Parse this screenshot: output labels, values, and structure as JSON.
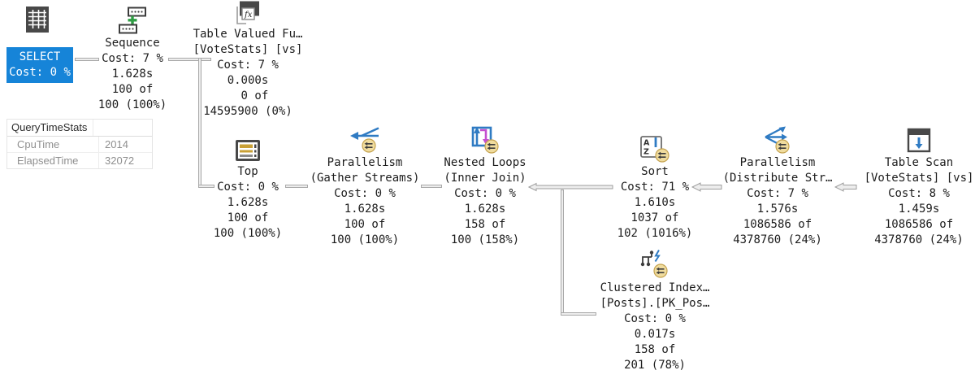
{
  "app": "query-execution-plan",
  "colors": {
    "selected_node_bg": "#1684d8",
    "selected_node_text": "#ffffff",
    "node_text": "#1c1c1c",
    "connector": "#a8a8a8",
    "connector_fill": "#ededed",
    "icon_dark": "#484848",
    "icon_blue": "#2f7bc3",
    "icon_green": "#2f9e44",
    "icon_magenta": "#c44fd0",
    "icon_gold": "#c9a035",
    "parallel_badge_fill": "#f0dc9e",
    "parallel_badge_border": "#c4a24e"
  },
  "query_time_stats": {
    "title": "QueryTimeStats",
    "rows": [
      {
        "label": "CpuTime",
        "value": "2014"
      },
      {
        "label": "ElapsedTime",
        "value": "32072"
      }
    ]
  },
  "nodes": [
    {
      "id": "select",
      "icon": "result-grid-icon",
      "selected": true,
      "lines": [
        "SELECT",
        "Cost: 0 %"
      ]
    },
    {
      "id": "sequence",
      "icon": "sequence-icon",
      "lines": [
        "Sequence",
        "Cost: 7 %",
        "1.628s",
        "100 of",
        "100 (100%)"
      ]
    },
    {
      "id": "table-valued-function",
      "icon": "table-valued-function-icon",
      "lines": [
        "Table Valued Fu…",
        "[VoteStats] [vs]",
        "Cost: 7 %",
        "0.000s",
        "  0 of",
        "14595900 (0%)"
      ]
    },
    {
      "id": "top",
      "icon": "top-icon",
      "lines": [
        "Top",
        "Cost: 0 %",
        "1.628s",
        "100 of",
        "100 (100%)"
      ]
    },
    {
      "id": "parallelism-gather",
      "icon": "parallelism-gather-streams-icon",
      "lines": [
        "Parallelism",
        "(Gather Streams)",
        "Cost: 0 %",
        "1.628s",
        "100 of",
        "100 (100%)"
      ]
    },
    {
      "id": "nested-loops",
      "icon": "nested-loops-icon",
      "lines": [
        "Nested Loops",
        "(Inner Join)",
        "Cost: 0 %",
        "1.628s",
        "158 of",
        "100 (158%)"
      ]
    },
    {
      "id": "sort",
      "icon": "sort-icon",
      "lines": [
        "Sort",
        "Cost: 71 %",
        "1.610s",
        "1037 of",
        "102 (1016%)"
      ]
    },
    {
      "id": "parallelism-distribute",
      "icon": "parallelism-distribute-streams-icon",
      "lines": [
        "Parallelism",
        "(Distribute Str…",
        "Cost: 7 %",
        "1.576s",
        "1086586 of",
        "4378760 (24%)"
      ]
    },
    {
      "id": "table-scan",
      "icon": "table-scan-icon",
      "lines": [
        "Table Scan",
        "[VoteStats] [vs]",
        "Cost: 8 %",
        "1.459s",
        "1086586 of",
        "4378760 (24%)"
      ]
    },
    {
      "id": "clustered-index-seek",
      "icon": "clustered-index-seek-icon",
      "lines": [
        "Clustered Index…",
        "[Posts].[PK_Pos…",
        "Cost: 0 %",
        "0.017s",
        "158 of",
        "201 (78%)"
      ]
    }
  ]
}
